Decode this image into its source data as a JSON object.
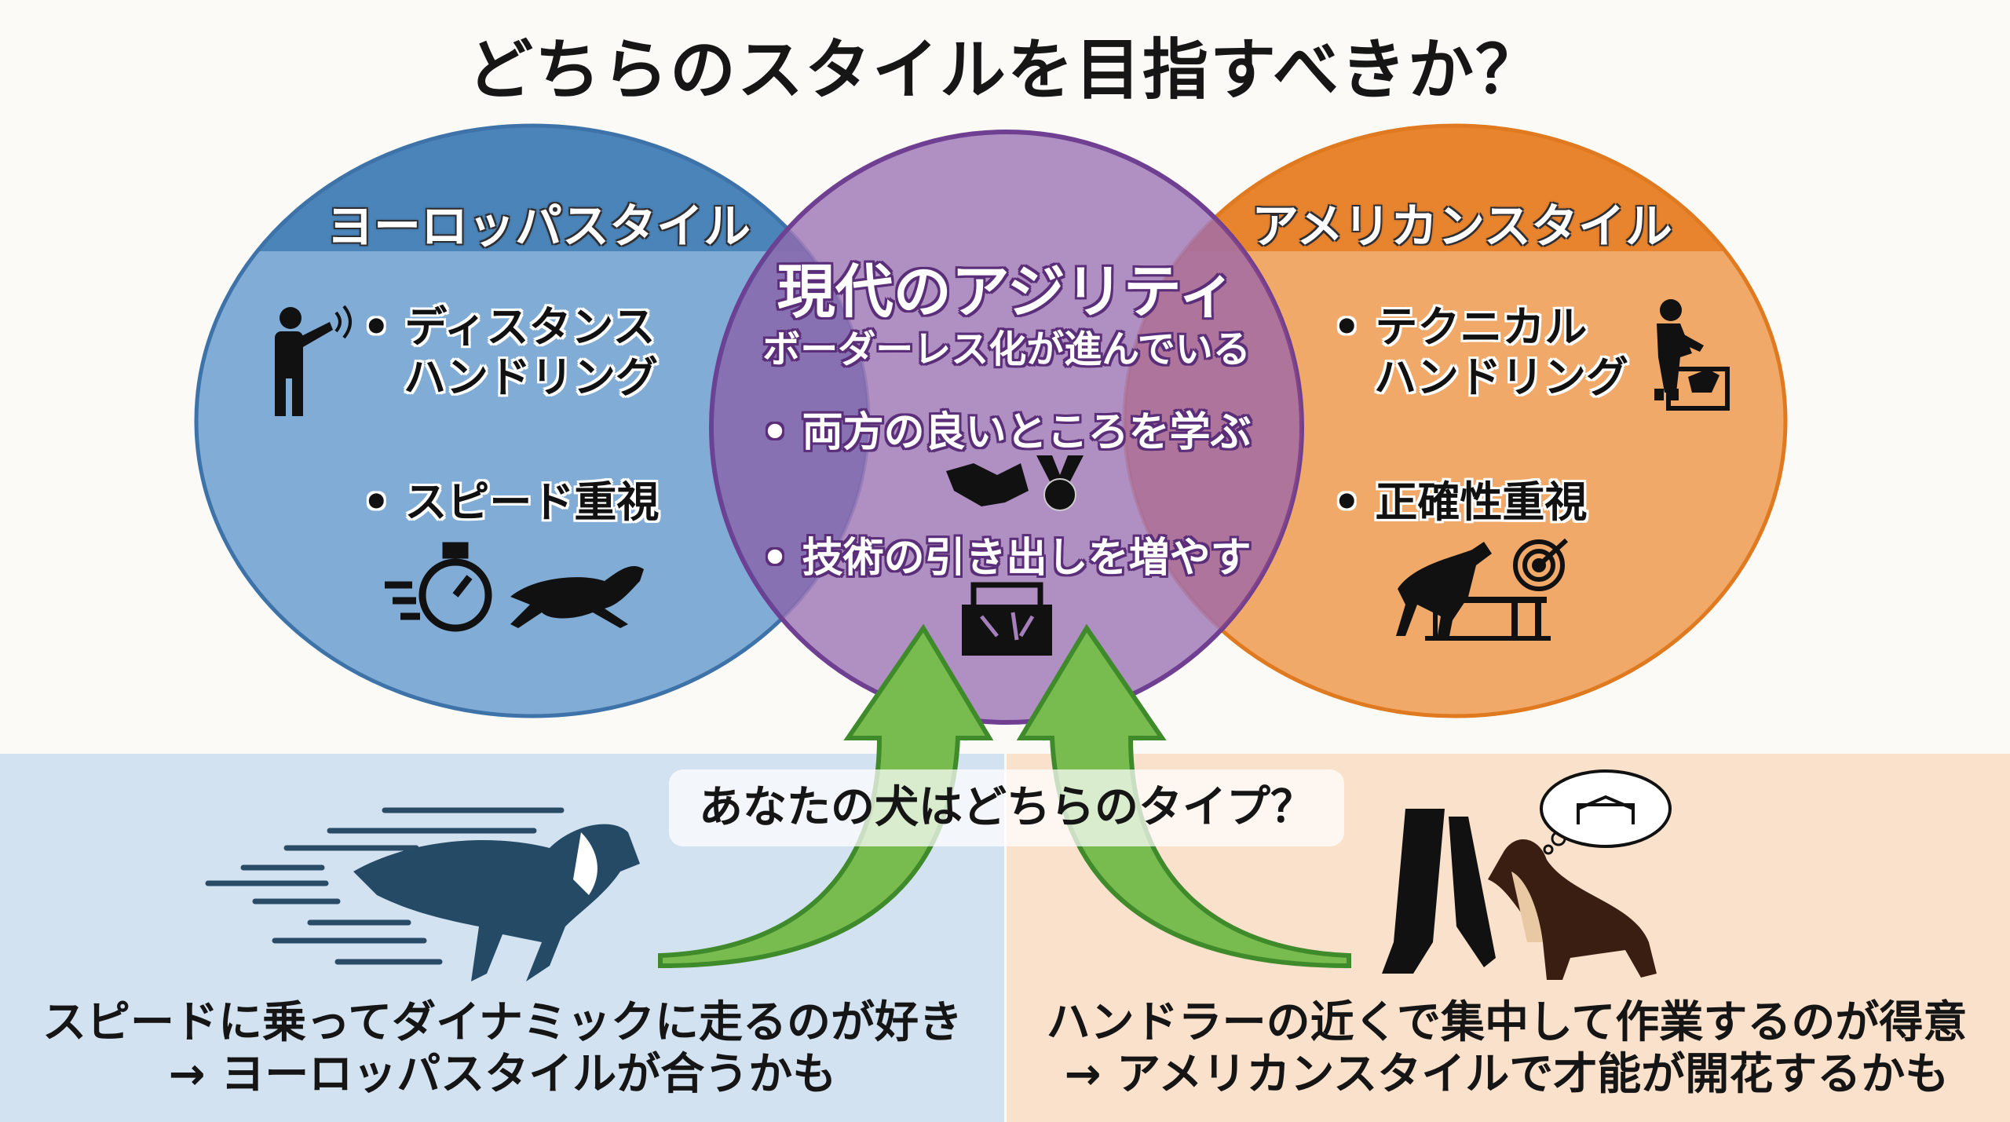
{
  "title": "どちらのスタイルを目指すべきか？",
  "europe": {
    "header": "ヨーロッパスタイル",
    "bullet1_line1": "• ディスタンス",
    "bullet1_line2": "ハンドリング",
    "bullet2": "• スピード重視",
    "color_header": "#4a84b8",
    "color_body": "#80acd6"
  },
  "modern": {
    "title": "現代のアジリティ",
    "subtitle": "ボーダーレス化が進んでいる",
    "bullet1": "• 両方の良いところを学ぶ",
    "bullet2": "• 技術の引き出しを増やす",
    "color": "#a57fbb"
  },
  "america": {
    "header": "アメリカンスタイル",
    "bullet1_line1": "• テクニカル",
    "bullet1_line2": "ハンドリング",
    "bullet2": "• 正確性重視",
    "color_header": "#e8842e",
    "color_body": "#f1a96a"
  },
  "question": "あなたの犬はどちらのタイプ？",
  "left_panel": {
    "line1": "スピードに乗ってダイナミックに走るのが好き",
    "line2": "→ ヨーロッパスタイルが合うかも"
  },
  "right_panel": {
    "line1": "ハンドラーの近くで集中して作業するのが得意",
    "line2": "→ アメリカンスタイルで才能が開花するかも"
  }
}
